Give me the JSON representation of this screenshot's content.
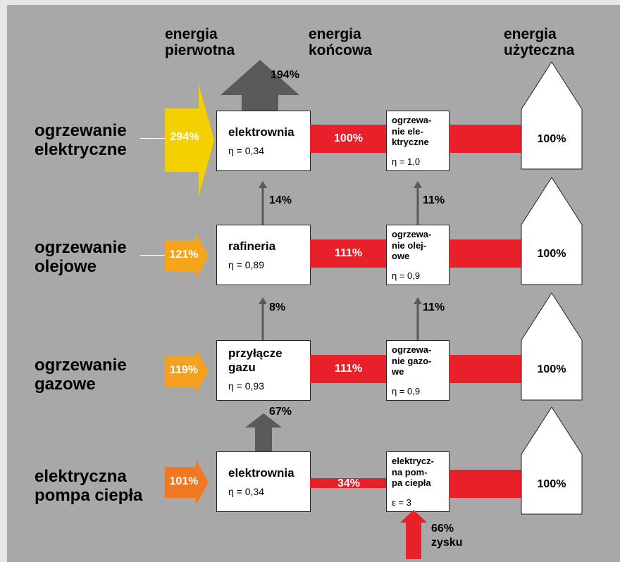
{
  "headers": {
    "primary": "energia\npierwotna",
    "final": "energia\nkońcowa",
    "useful": "energia\nużyteczna"
  },
  "colors": {
    "panel": "#a8a8a8",
    "band": "#e8202a",
    "loss_arrow": "#5a5a5a",
    "gain_arrow": "#e8202a",
    "house": "#ffffff"
  },
  "rows": [
    {
      "label": "ogrzewanie\nelektryczne",
      "input_pct": "294%",
      "input_color": "#f5d000",
      "plant_name": "elektrownia",
      "plant_eff": "η = 0,34",
      "final_pct": "100%",
      "heater_name": "ogrzewa-\nnie ele-\nktryczne",
      "heater_eff": "η = 1,0",
      "useful_pct": "100%",
      "plant_loss": "194%",
      "heater_loss": ""
    },
    {
      "label": "ogrzewanie\nolejowe",
      "input_pct": "121%",
      "input_color": "#f5a41c",
      "plant_name": "rafineria",
      "plant_eff": "η = 0,89",
      "final_pct": "111%",
      "heater_name": "ogrzewa-\nnie olej-\nowe",
      "heater_eff": "η = 0,9",
      "useful_pct": "100%",
      "plant_loss": "14%",
      "heater_loss": "11%"
    },
    {
      "label": "ogrzewanie\ngazowe",
      "input_pct": "119%",
      "input_color": "#f5a020",
      "plant_name": "przyłącze\ngazu",
      "plant_eff": "η = 0,93",
      "final_pct": "111%",
      "heater_name": "ogrzewa-\nnie gazo-\nwe",
      "heater_eff": "η = 0,9",
      "useful_pct": "100%",
      "plant_loss": "8%",
      "heater_loss": "11%"
    },
    {
      "label": "elektryczna\npompa ciepła",
      "input_pct": "101%",
      "input_color": "#f07820",
      "plant_name": "elektrownia",
      "plant_eff": "η = 0,34",
      "final_pct": "34%",
      "heater_name": "elektrycz-\nna pom-\npa ciepła",
      "heater_eff": "ε = 3",
      "useful_pct": "100%",
      "plant_loss": "67%",
      "heater_loss": ""
    }
  ],
  "gain_label": "66%\nzysku"
}
